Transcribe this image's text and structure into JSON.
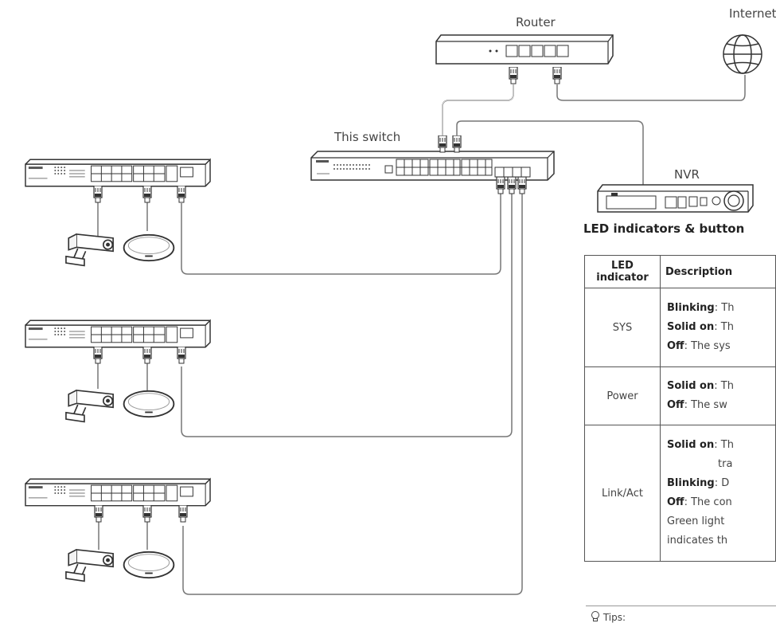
{
  "diagram": {
    "labels": {
      "router": "Router",
      "internet": "Internet",
      "this_switch": "This switch",
      "nvr": "NVR"
    }
  },
  "led_section": {
    "title": "LED indicators & button",
    "headers": {
      "indicator": "LED indicator",
      "description": "Description"
    },
    "rows": [
      {
        "indicator": "SYS",
        "lines": [
          {
            "b": "Blinking",
            "t": ": Th"
          },
          {
            "b": "Solid on",
            "t": ": Th"
          },
          {
            "b": "Off",
            "t": ": The sys"
          }
        ]
      },
      {
        "indicator": "Power",
        "lines": [
          {
            "b": "Solid on",
            "t": ": Th"
          },
          {
            "b": "Off",
            "t": ": The sw"
          }
        ]
      },
      {
        "indicator": "Link/Act",
        "lines": [
          {
            "b": "Solid on",
            "t": ": Th"
          },
          {
            "b": "",
            "t": "tra"
          },
          {
            "b": "Blinking",
            "t": ": D"
          },
          {
            "b": "Off",
            "t": ": The con"
          },
          {
            "b": "",
            "t": "Green light"
          },
          {
            "b": "",
            "t": "indicates th"
          }
        ]
      }
    ]
  },
  "tips": {
    "label": "Tips:"
  }
}
